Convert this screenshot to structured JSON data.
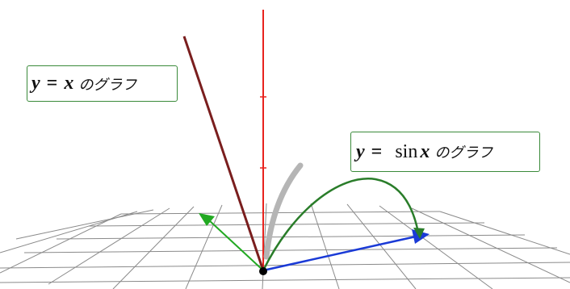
{
  "labels": {
    "line_graph": {
      "y": "y",
      "eq": "=",
      "x": "x",
      "suffix": "のグラフ"
    },
    "sin_graph": {
      "y": "y",
      "eq": "=",
      "fn": "sin",
      "x": "x",
      "suffix": "のグラフ"
    }
  },
  "colors": {
    "z_axis": "#e8231e",
    "x_axis": "#1a3ad6",
    "y_axis": "#22a922",
    "line_y_eq_x": "#7a1e1e",
    "sin_curve": "#2a7d2a",
    "shadow_curve": "#b5b5b5",
    "grid": "#7a7a7a",
    "origin": "#000000",
    "label_border": "#3a8a3a"
  }
}
